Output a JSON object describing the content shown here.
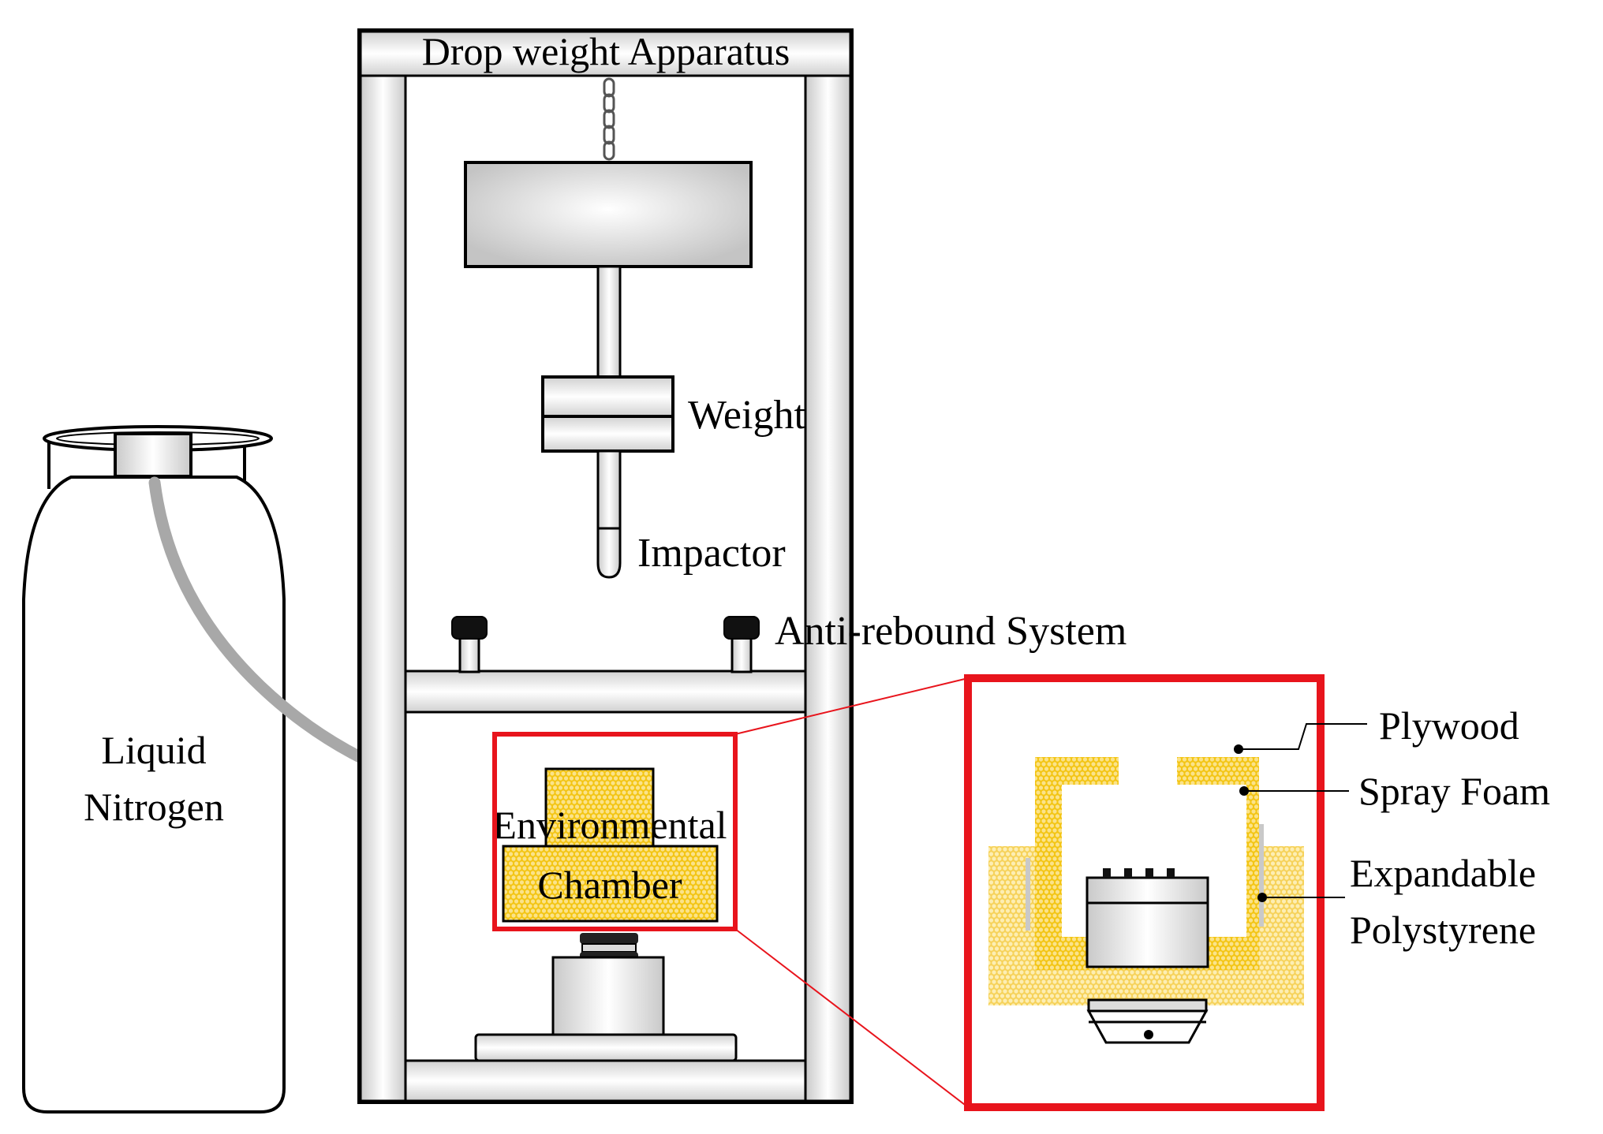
{
  "labels": {
    "apparatus_title": "Drop weight Apparatus",
    "weight": "Weight",
    "impactor": "Impactor",
    "anti_rebound": "Anti-rebound System",
    "liquid": "Liquid",
    "nitrogen": "Nitrogen",
    "environmental": "Environmental",
    "chamber": "Chamber",
    "plywood": "Plywood",
    "spray_foam": "Spray Foam",
    "expandable": "Expandable",
    "polystyrene": "Polystyrene"
  },
  "colors": {
    "outline": "#000000",
    "highlight_red": "#e8141c",
    "foam_yellow": "#f5c518",
    "foam_yellow_light": "#f7dc6f",
    "metal_light": "#ffffff",
    "metal_dark": "#c8c8c8",
    "hose_gray": "#a8a8a8"
  }
}
